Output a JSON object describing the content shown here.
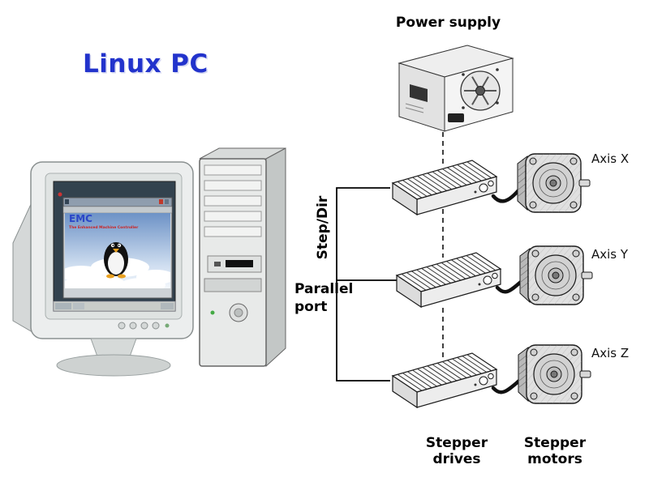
{
  "title": "Linux PC",
  "labels": {
    "power_supply": "Power supply",
    "step_dir": "Step/Dir",
    "parallel_port": "Parallel\nport",
    "stepper_drives": "Stepper\ndrives",
    "stepper_motors": "Stepper\nmotors"
  },
  "axes": [
    {
      "label": "Axis X"
    },
    {
      "label": "Axis Y"
    },
    {
      "label": "Axis Z"
    }
  ],
  "screen": {
    "emc_title": "EMC",
    "emc_subtitle": "The Enhanced Machine Controller"
  },
  "colors": {
    "title_blue": "#2233cc",
    "emc_blue": "#2b46c8",
    "emc_red": "#cc2222",
    "wire": "#000000"
  }
}
